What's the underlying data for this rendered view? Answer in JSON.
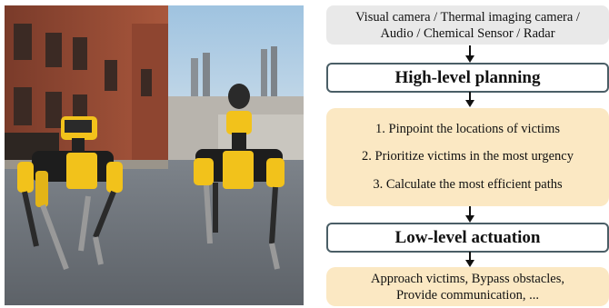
{
  "sensors": {
    "line1": "Visual camera / Thermal imaging camera /",
    "line2": "Audio / Chemical Sensor / Radar"
  },
  "planning": {
    "title": "High-level planning",
    "steps": [
      "1. Pinpoint the locations of victims",
      "2. Prioritize victims in the most urgency",
      "3. Calculate the most efficient paths"
    ]
  },
  "actuation": {
    "title": "Low-level actuation",
    "line1": "Approach victims, Bypass obstacles,",
    "line2": "Provide communication, ..."
  },
  "colors": {
    "box_border": "#4a5e66",
    "cream": "#fbe8c3",
    "grey": "#e9e9e9",
    "robot_yellow": "#f2c21b"
  }
}
